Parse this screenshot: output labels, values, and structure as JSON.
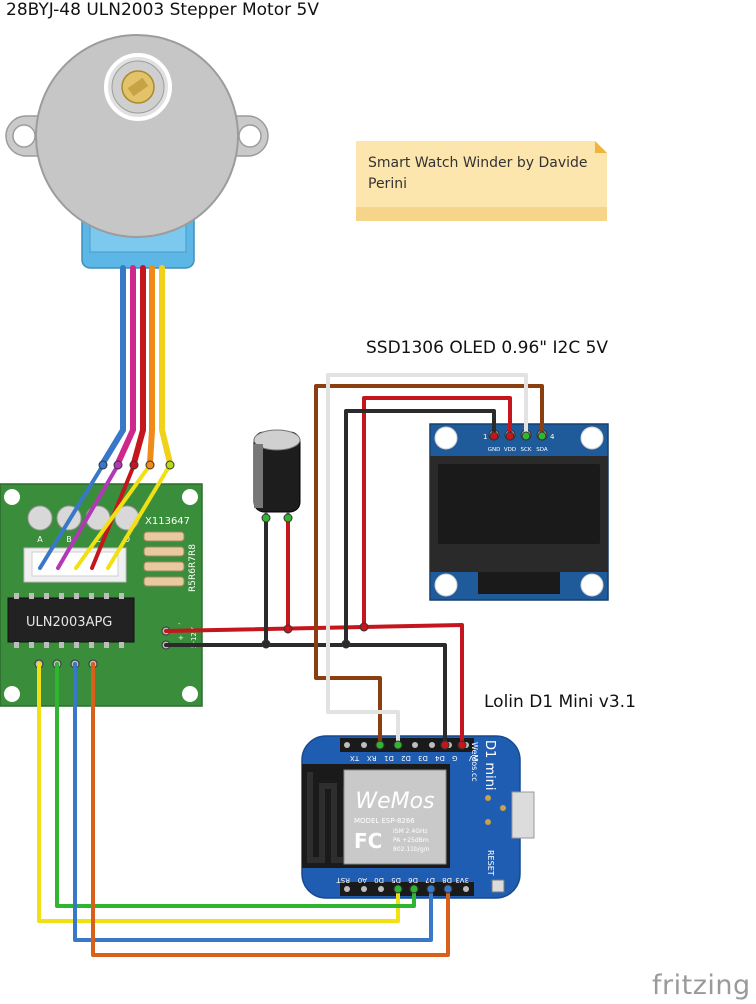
{
  "labels": {
    "motor": "28BYJ-48 ULN2003 Stepper Motor 5V",
    "oled": "SSD1306 OLED 0.96\" I2C 5V",
    "d1mini": "Lolin D1 Mini v3.1"
  },
  "note": {
    "text": "Smart Watch Winder by Davide Perini"
  },
  "driver_board": {
    "chip": "ULN2003APG",
    "code": "X113647",
    "resistors": "R5R6R7R8",
    "leds": [
      "A",
      "B",
      "C",
      "D"
    ],
    "power_pins": [
      "-",
      "+",
      "5-12V"
    ]
  },
  "oled_pins": {
    "left_num": "1",
    "right_num": "4",
    "names": [
      "GND",
      "VDD",
      "SCK",
      "SDA"
    ]
  },
  "d1": {
    "top_pins": [
      "TX",
      "RX",
      "D1",
      "D2",
      "D3",
      "D4",
      "G",
      "5V"
    ],
    "bottom_pins": [
      "RST",
      "A0",
      "D0",
      "D5",
      "D6",
      "D7",
      "D8",
      "3V3"
    ],
    "brand_line1": "D1 mini",
    "brand_line2": "WeMos.cc",
    "reset": "RESET",
    "module_logo": "WeMos",
    "module_model": "MODEL  ESP-8266",
    "fcc": "FC",
    "spec1": "ISM 2.4GHz",
    "spec2": "PA +25dBm",
    "spec3": "802.11b/g/n"
  },
  "footer": {
    "brand": "fritzing"
  },
  "colors": {
    "wire_red": "#c4161c",
    "wire_black": "#2b2b2b",
    "wire_brown": "#8b3f10",
    "wire_white": "#e6e6e6",
    "wire_yellow": "#f0e014",
    "wire_green": "#2fb52f",
    "wire_blue": "#3978c8",
    "wire_orange": "#d8601a",
    "motor_gray": "#c8c8c8",
    "motor_blue": "#5cb7e6",
    "pcb_green": "#3a8d3a",
    "oled_blue": "#1f5b9b",
    "d1_blue": "#1f5db3",
    "note_yellow": "#fde6ae"
  }
}
